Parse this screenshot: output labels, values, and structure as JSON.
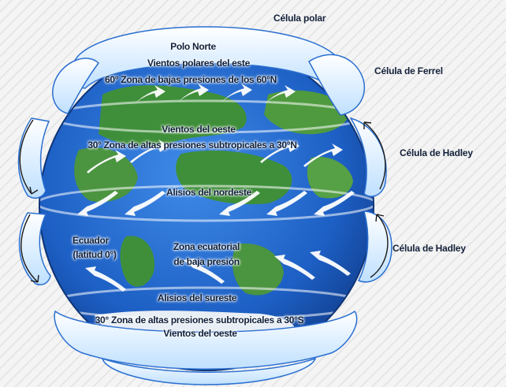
{
  "cells": {
    "polar": "Célula polar",
    "ferrel": "Célula de Ferrel",
    "hadley_north": "Célula de Hadley",
    "hadley_south": "Célula de Hadley"
  },
  "globe": {
    "north_pole": "Polo Norte",
    "polar_easterlies": "Vientos polares del este",
    "low_60n": "60° Zona de bajas presiones de los 60°N",
    "westerlies_north": "Vientos del oeste",
    "high_30n": "30° Zona de altas presiones subtropicales a 30°N",
    "trades_ne": "Alisios del nordeste",
    "equator_line1": "Ecuador",
    "equator_line2": "(latitud 0°)",
    "itcz_line1": "Zona ecuatorial",
    "itcz_line2": "de baja presión",
    "trades_se": "Alisios del sureste",
    "high_30s": "30° Zona de altas presiones subtropicales a 30°S",
    "westerlies_south": "Vientos del oeste"
  },
  "colors": {
    "ocean": "#1f64c8",
    "land": "#3f8f3a",
    "cell_fill": "#eaf4ff",
    "cell_edge": "#2a6fd0",
    "arrow": "#ffffff",
    "text": "#14213a"
  }
}
